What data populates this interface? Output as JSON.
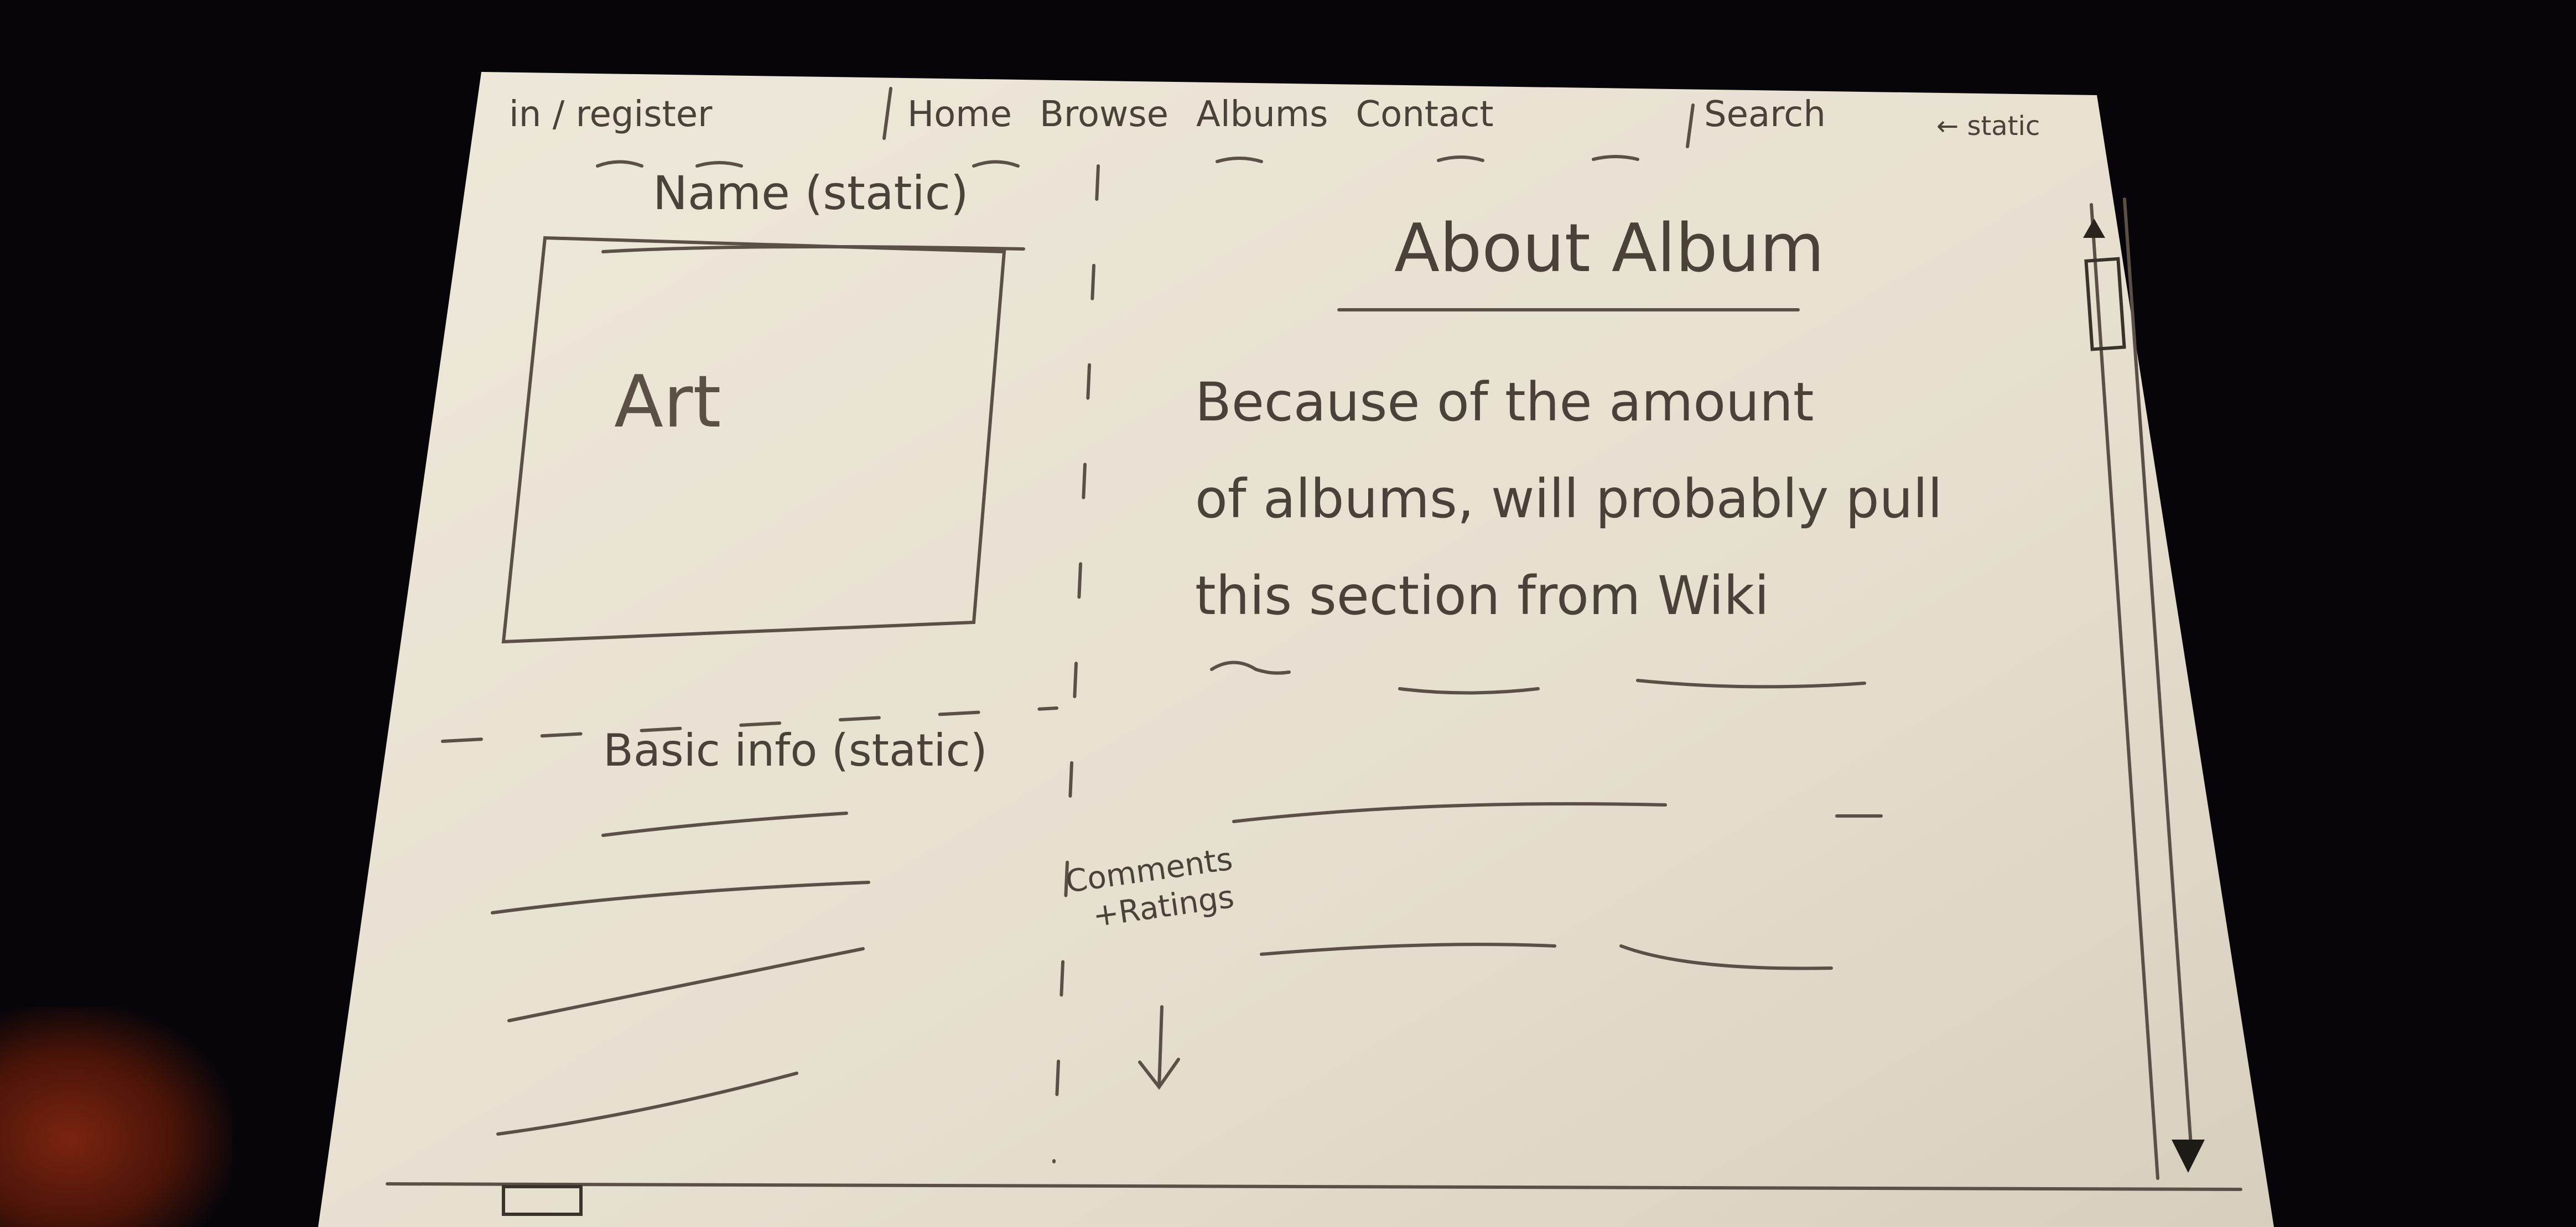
{
  "nav": {
    "sign_in_register": "in / register",
    "links": [
      "Home",
      "Browse",
      "Albums",
      "Contact"
    ],
    "search": "Search",
    "search_note": "← static"
  },
  "left_panel": {
    "name_heading": "Name (static)",
    "art_label": "Art",
    "basic_info_heading": "Basic info (static)"
  },
  "about": {
    "title": "About Album",
    "body_lines": [
      "Because of the amount",
      "of albums, will probably pull",
      "this section from Wiki"
    ]
  },
  "comments": {
    "label_lines": [
      "Comments",
      "+Ratings"
    ]
  },
  "icons": {
    "scroll_up": "scroll-up-arrow-icon",
    "scroll_down": "scroll-down-arrow-icon"
  },
  "colors": {
    "paper": "#ece6d8",
    "pencil": "#4a4238",
    "background": "#07050a"
  }
}
